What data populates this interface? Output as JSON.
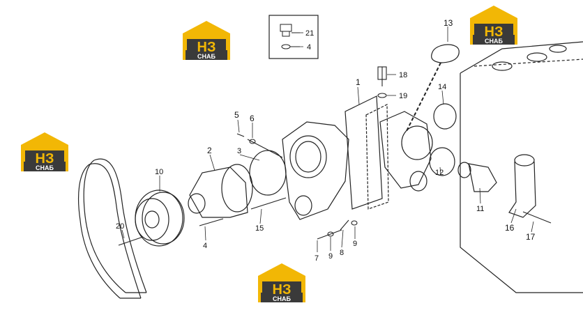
{
  "logo": {
    "big": "НЗ",
    "small": "СНАБ",
    "colors": {
      "yellow": "#f2b705",
      "dark": "#3a3a3a"
    }
  },
  "callouts": [
    {
      "id": "1",
      "text": "1"
    },
    {
      "id": "2",
      "text": "2"
    },
    {
      "id": "3",
      "text": "3"
    },
    {
      "id": "4",
      "text": "4"
    },
    {
      "id": "4b",
      "text": "4"
    },
    {
      "id": "5",
      "text": "5"
    },
    {
      "id": "6",
      "text": "6"
    },
    {
      "id": "7",
      "text": "7"
    },
    {
      "id": "8",
      "text": "8"
    },
    {
      "id": "9a",
      "text": "9"
    },
    {
      "id": "9b",
      "text": "9"
    },
    {
      "id": "10",
      "text": "10"
    },
    {
      "id": "11",
      "text": "11"
    },
    {
      "id": "12",
      "text": "12"
    },
    {
      "id": "13",
      "text": "13"
    },
    {
      "id": "14",
      "text": "14"
    },
    {
      "id": "15",
      "text": "15"
    },
    {
      "id": "16",
      "text": "16"
    },
    {
      "id": "17",
      "text": "17"
    },
    {
      "id": "18",
      "text": "18"
    },
    {
      "id": "19",
      "text": "19"
    },
    {
      "id": "20",
      "text": "20"
    },
    {
      "id": "21",
      "text": "21"
    }
  ]
}
